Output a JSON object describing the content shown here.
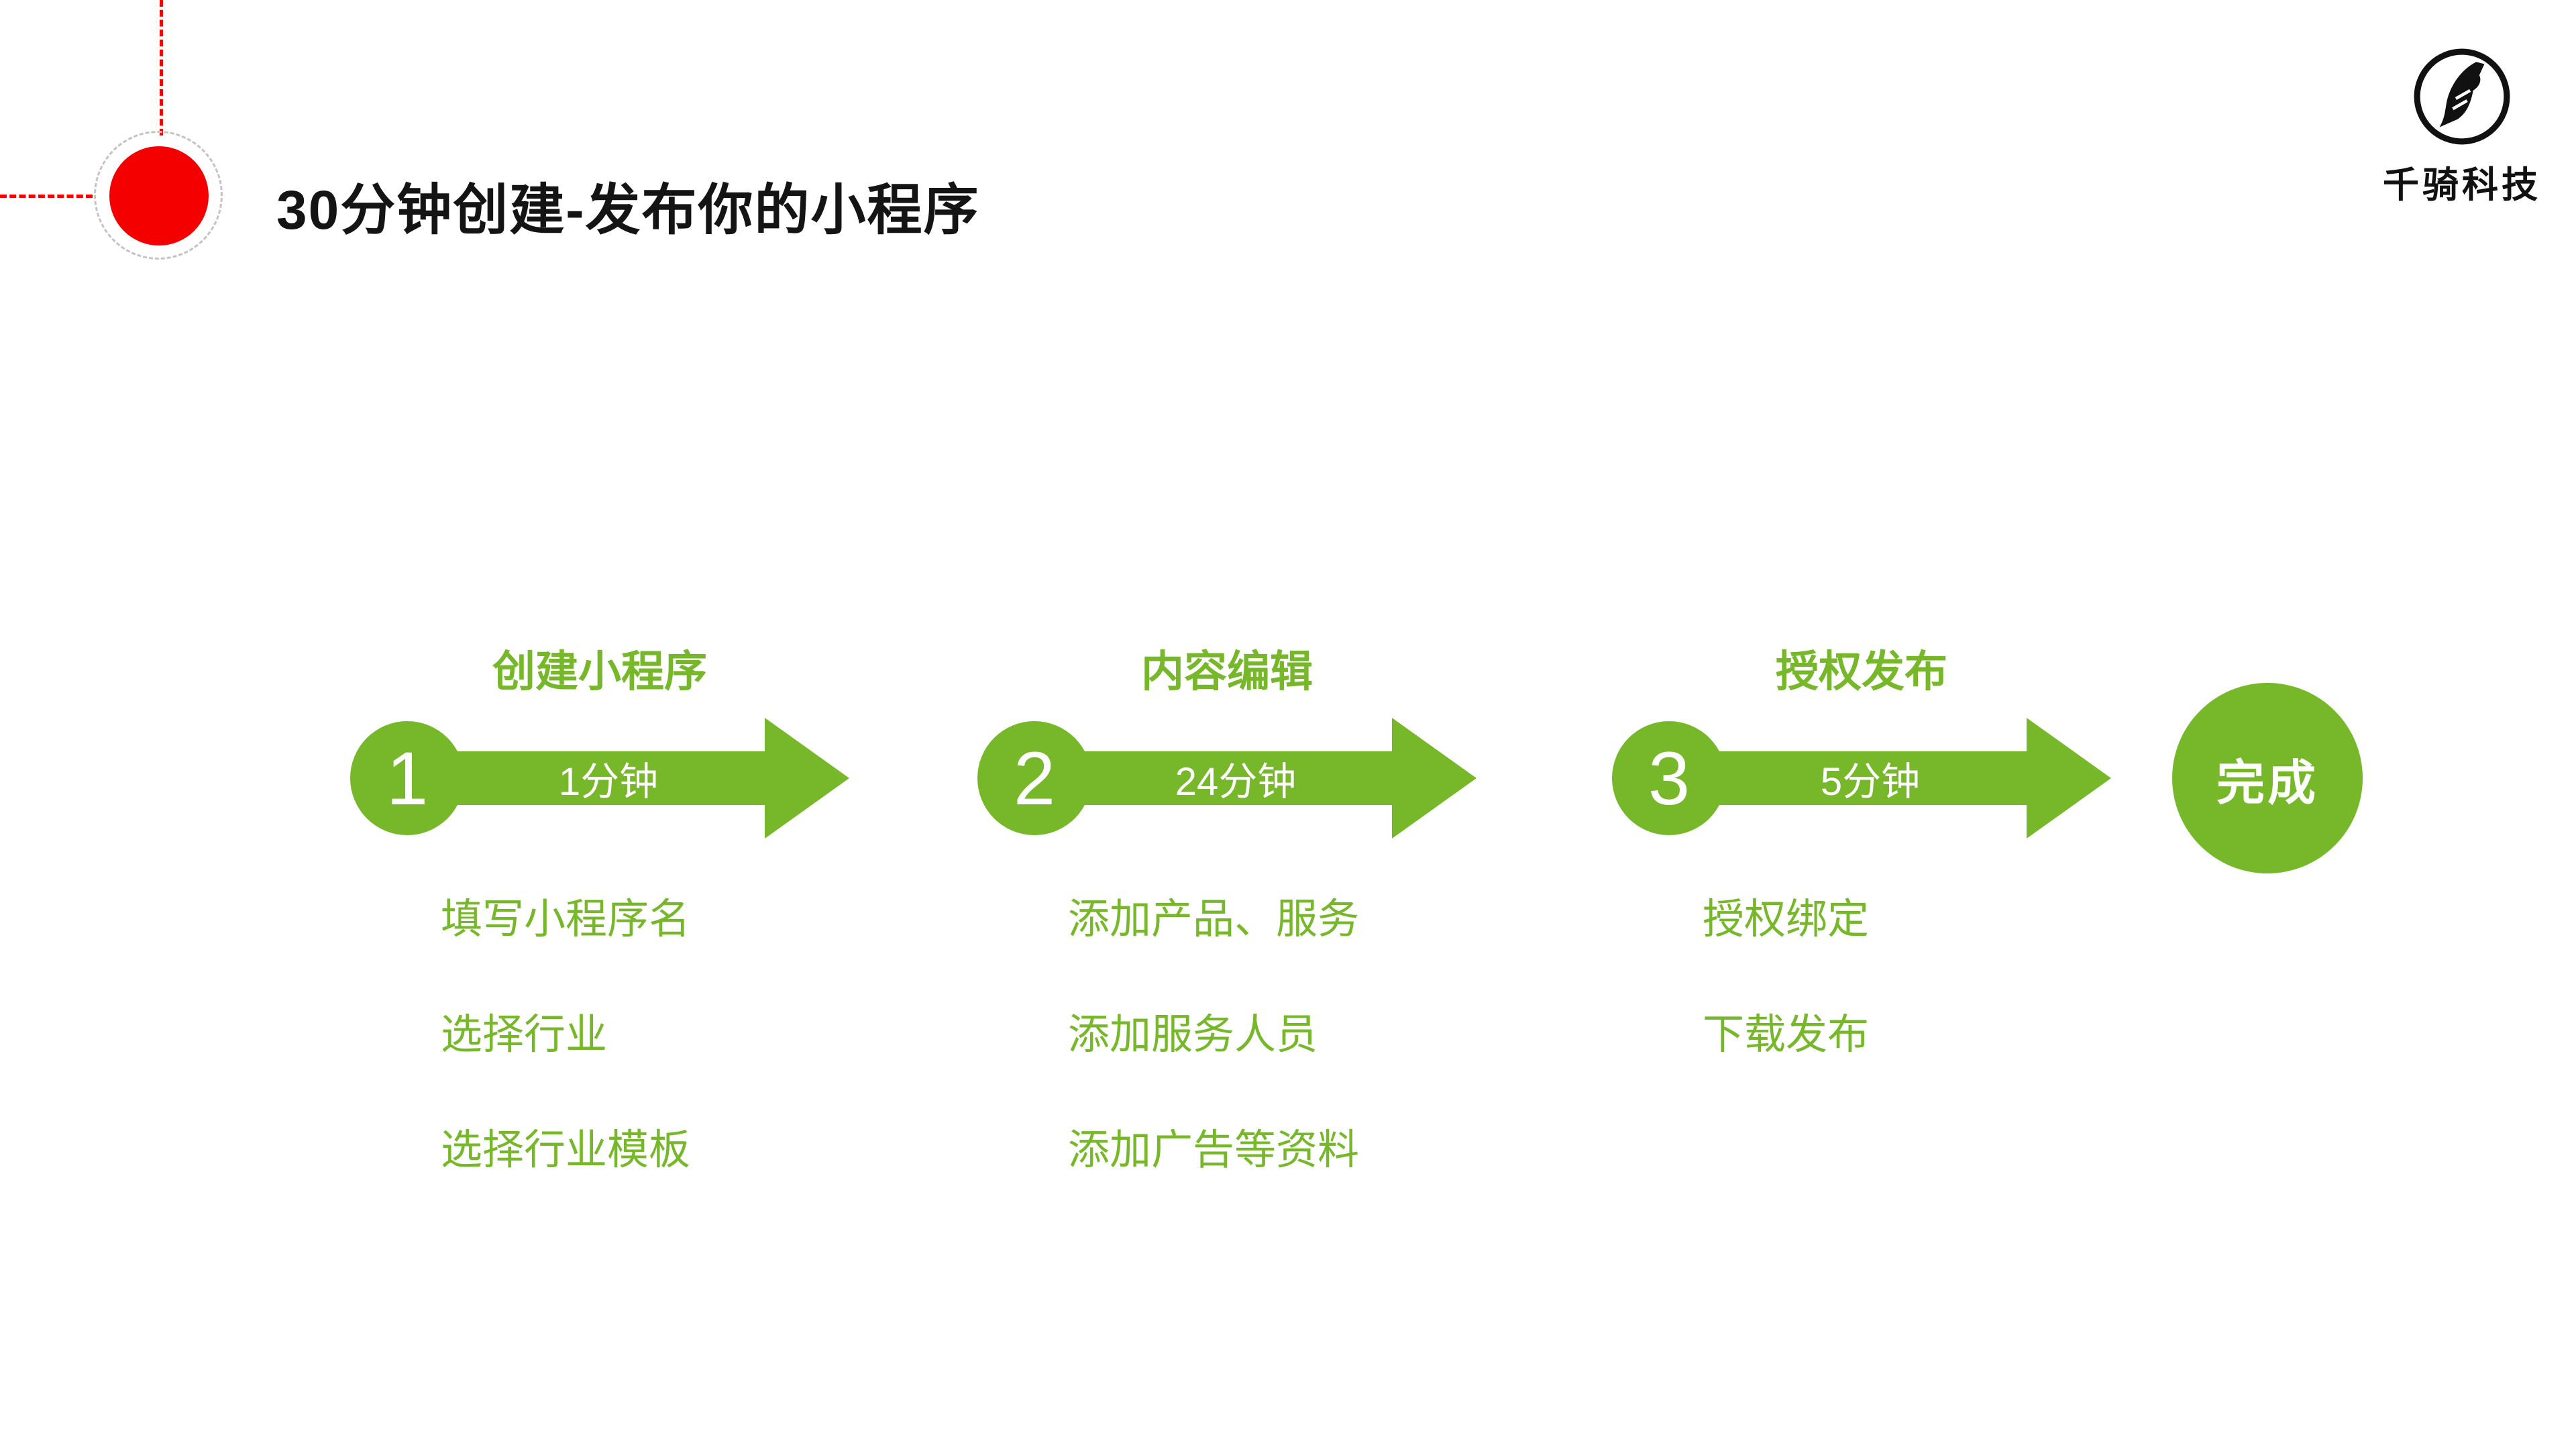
{
  "slide": {
    "title": "30分钟创建-发布你的小程序"
  },
  "logo": {
    "company": "千骑科技"
  },
  "steps": [
    {
      "number": "1",
      "label": "创建小程序",
      "duration": "1分钟",
      "items": [
        "填写小程序名",
        "选择行业",
        "选择行业模板"
      ]
    },
    {
      "number": "2",
      "label": "内容编辑",
      "duration": "24分钟",
      "items": [
        "添加产品、服务",
        "添加服务人员",
        "添加广告等资料"
      ]
    },
    {
      "number": "3",
      "label": "授权发布",
      "duration": "5分钟",
      "items": [
        "授权绑定",
        "下载发布"
      ]
    }
  ],
  "finish": {
    "label": "完成"
  },
  "colors": {
    "green": "#76b82a",
    "red": "#f40000"
  }
}
